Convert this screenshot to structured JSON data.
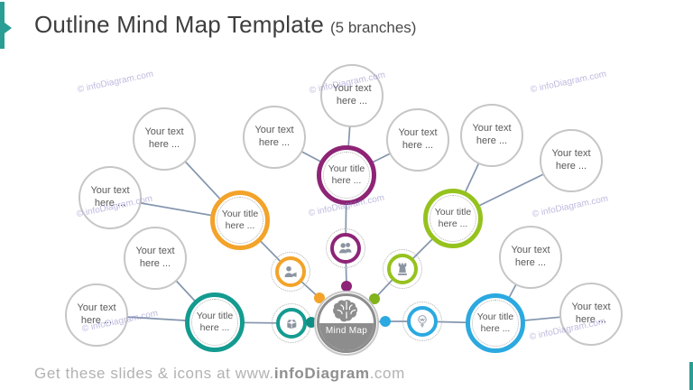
{
  "slide": {
    "header": {
      "title": "Outline Mind Map Template",
      "subtitle": "(5 branches)"
    },
    "footer": {
      "prefix": "Get these slides & icons at www.",
      "brand": "infoDiagram",
      "suffix": ".com"
    },
    "watermark_text": "© infoDiagram.com"
  },
  "labels": {
    "leaf_line1": "Your text",
    "leaf_line2": "here ...",
    "title_line1": "Your title",
    "title_line2": "here ..."
  },
  "mindmap": {
    "center_label": "Mind Map",
    "center_icon": "brain-icon",
    "line_color": "#8496ae",
    "branches": [
      {
        "name": "teal",
        "color": "#149b90",
        "icon": "open-box-icon",
        "title_placeholder": "Your title here ...",
        "leaf_count": 2
      },
      {
        "name": "orange",
        "color": "#f3a32a",
        "icon": "announcer-icon",
        "title_placeholder": "Your title here ...",
        "leaf_count": 2
      },
      {
        "name": "purple",
        "color": "#8e2476",
        "icon": "people-icon",
        "title_placeholder": "Your title here ...",
        "leaf_count": 3
      },
      {
        "name": "green",
        "color": "#96c21e",
        "icon": "chess-rook-icon",
        "title_placeholder": "Your title here ...",
        "leaf_count": 2
      },
      {
        "name": "blue",
        "color": "#2ba9e0",
        "icon": "lightbulb-icon",
        "title_placeholder": "Your title here ...",
        "leaf_count": 2
      }
    ]
  }
}
